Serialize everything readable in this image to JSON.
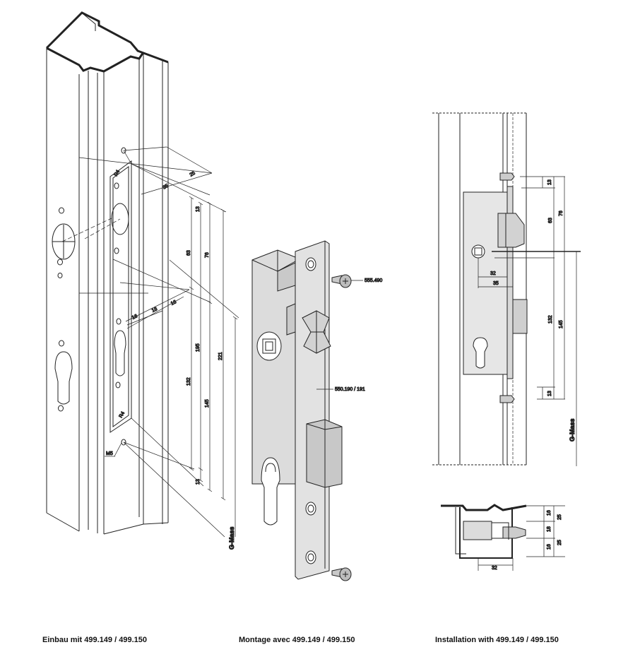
{
  "captions": {
    "de": "Einbau mit 499.149 / 499.150",
    "fr": "Montage avec 499.149 / 499.150",
    "en": "Installation with 499.149 / 499.150"
  },
  "left_view": {
    "dims": {
      "d25": "25",
      "d35": "35",
      "r4_top": "R4",
      "r4_bottom": "R4",
      "d13_top": "13",
      "d63": "63",
      "d76": "76",
      "d16a": "16",
      "d18": "18",
      "d16b": "16",
      "d195": "195",
      "d221": "221",
      "d132": "132",
      "d145": "145",
      "d13_bottom": "13",
      "m5": "M5",
      "g_mass": "G-Mass"
    }
  },
  "middle_view": {
    "callouts": {
      "screw": "555.490",
      "plate": "550.190 / 191"
    }
  },
  "right_view": {
    "dims": {
      "d13_top": "13",
      "d63": "63",
      "d76": "76",
      "d32": "32",
      "d35": "35",
      "d132": "132",
      "d145": "145",
      "d13_bottom": "13",
      "g_mass": "G-Mass"
    }
  },
  "section_view": {
    "dims": {
      "d16a": "16",
      "d18": "18",
      "d16b": "16",
      "d25a": "25",
      "d25b": "25",
      "d32": "32"
    }
  }
}
